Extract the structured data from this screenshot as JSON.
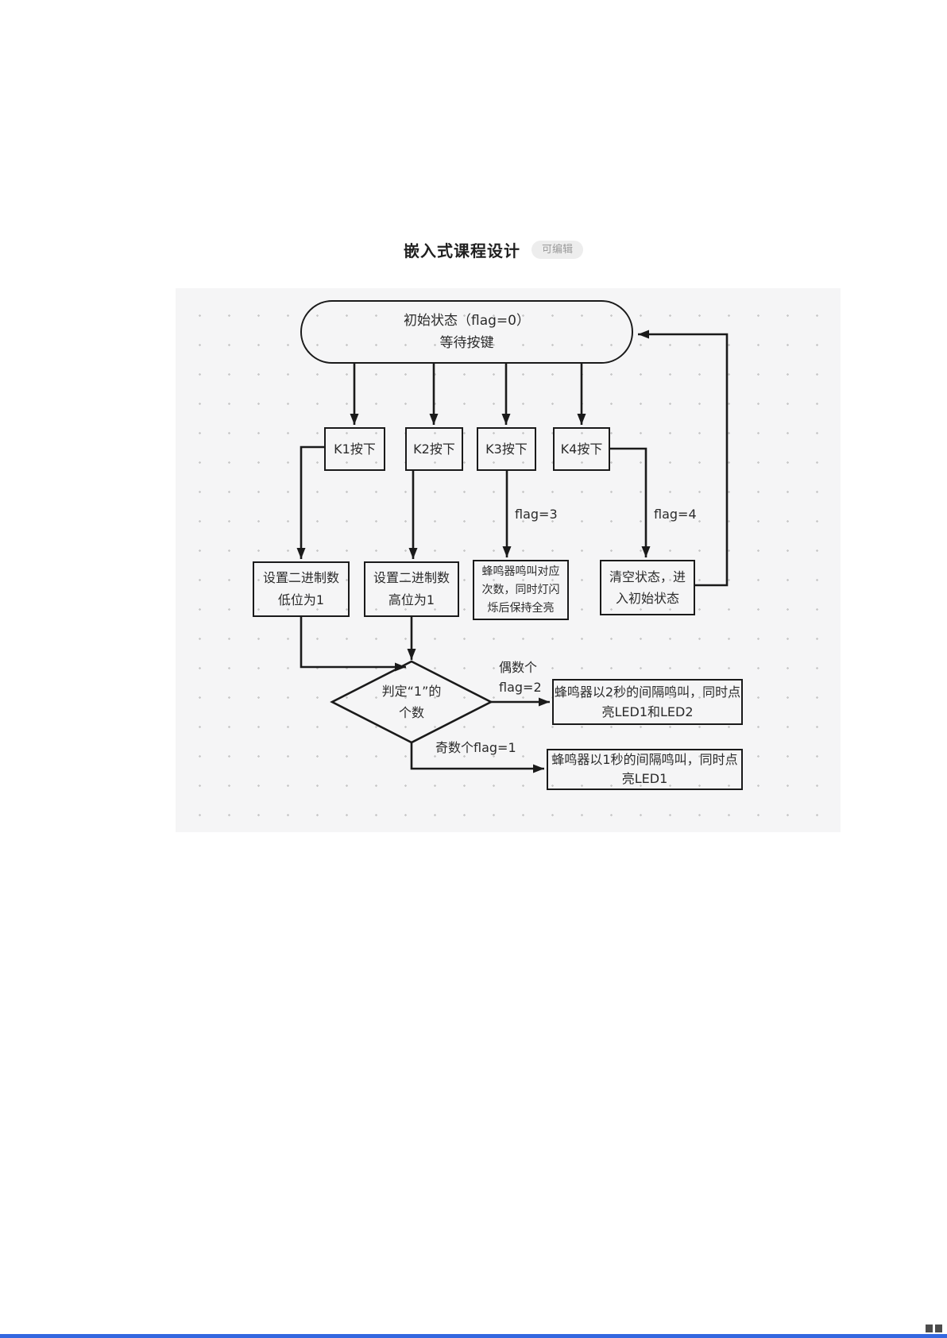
{
  "page": {
    "title": "嵌入式课程设计",
    "badge": "可编辑"
  },
  "diagram": {
    "nodes": {
      "start": {
        "line1": "初始状态（flag=0）",
        "line2": "等待按键"
      },
      "k1": {
        "label": "K1按下"
      },
      "k2": {
        "label": "K2按下"
      },
      "k3": {
        "label": "K3按下"
      },
      "k4": {
        "label": "K4按下"
      },
      "set_low": {
        "line1": "设置二进制数",
        "line2": "低位为1"
      },
      "set_high": {
        "line1": "设置二进制数",
        "line2": "高位为1"
      },
      "buzz_blink": {
        "line1": "蜂鸣器鸣叫对应",
        "line2": "次数，同时灯闪",
        "line3": "烁后保持全亮"
      },
      "clear": {
        "line1": "清空状态，进",
        "line2": "入初始状态"
      },
      "judge": {
        "line1": "判定“1”的",
        "line2": "个数"
      },
      "even_result": {
        "line1": "蜂鸣器以2秒的间隔鸣叫，同时点",
        "line2": "亮LED1和LED2"
      },
      "odd_result": {
        "line1": "蜂鸣器以1秒的间隔鸣叫，同时点",
        "line2": "亮LED1"
      }
    },
    "edge_labels": {
      "flag3": "flag=3",
      "flag4": "flag=4",
      "even1": "偶数个",
      "even2": "flag=2",
      "odd": "奇数个flag=1"
    },
    "colors": {
      "stroke": "#1a1a1a",
      "panel_bg": "#f5f5f6",
      "dot": "#c9c9c9"
    }
  },
  "footer": {
    "bar_color": "#3468e0"
  }
}
